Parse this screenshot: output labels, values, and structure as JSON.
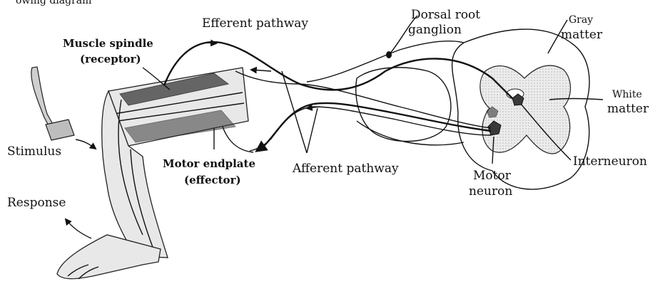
{
  "labels": {
    "header_partial": "owing diagram",
    "efferent_pathway": "Efferent pathway",
    "dorsal_root_line1": "Dorsal root",
    "dorsal_root_line2": "ganglion",
    "gray_line1": "Gray",
    "gray_line2": "matter",
    "white_line1": "White",
    "white_line2": "matter",
    "muscle_spindle_line1": "Muscle spindle",
    "muscle_spindle_line2": "(receptor)",
    "stimulus": "Stimulus",
    "motor_endplate_line1": "Motor endplate",
    "motor_endplate_line2": "(effector)",
    "afferent_pathway": "Afferent pathway",
    "interneuron": "Interneuron",
    "motor_neuron_line1": "Motor",
    "motor_neuron_line2": "neuron",
    "response": "Response"
  },
  "icons": {
    "reflex_hammer": "reflex-hammer-icon",
    "stimulus_arrow": "arrow-icon",
    "response_arrow": "arrow-icon"
  }
}
